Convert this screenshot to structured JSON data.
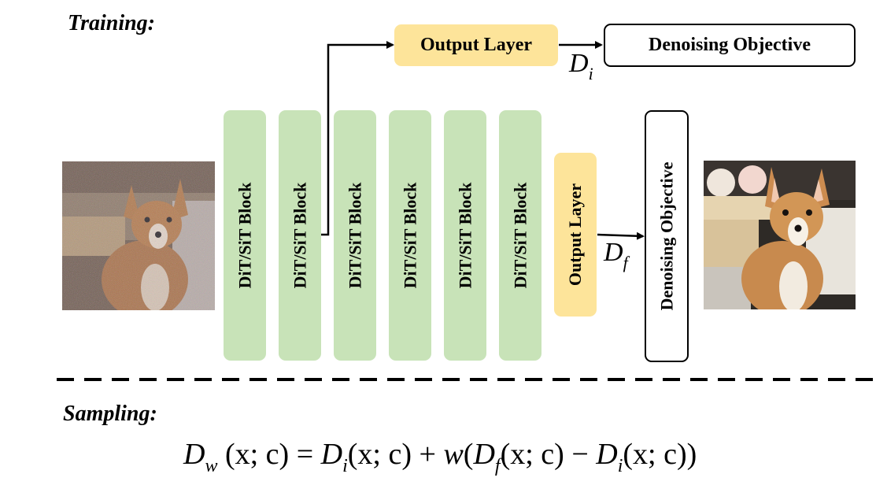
{
  "training_label": "Training:",
  "sampling_label": "Sampling:",
  "blocks": [
    "DiT/SiT Block",
    "DiT/SiT Block",
    "DiT/SiT Block",
    "DiT/SiT Block",
    "DiT/SiT Block",
    "DiT/SiT Block"
  ],
  "top_output_layer": "Output Layer",
  "top_objective": "Denoising Objective",
  "di_label": {
    "base": "D",
    "sub": "i"
  },
  "final_output_layer": "Output Layer",
  "final_objective": "Denoising Objective",
  "df_label": {
    "base": "D",
    "sub": "f"
  },
  "formula": {
    "lhs_base": "D",
    "lhs_sub": "w",
    "args": "(x; c)",
    "eq": "=",
    "t1_base": "D",
    "t1_sub": "i",
    "plus": "+",
    "w": "w",
    "open": "(",
    "t2_base": "D",
    "t2_sub": "f",
    "minus": "−",
    "t3_base": "D",
    "t3_sub": "i",
    "close": ")"
  },
  "colors": {
    "block_fill": "#c8e3b8",
    "output_layer_fill": "#fde49a",
    "objective_border": "#000000"
  },
  "icons": {
    "input_image": "noisy-corgi-photo",
    "output_image": "clean-corgi-photo"
  }
}
